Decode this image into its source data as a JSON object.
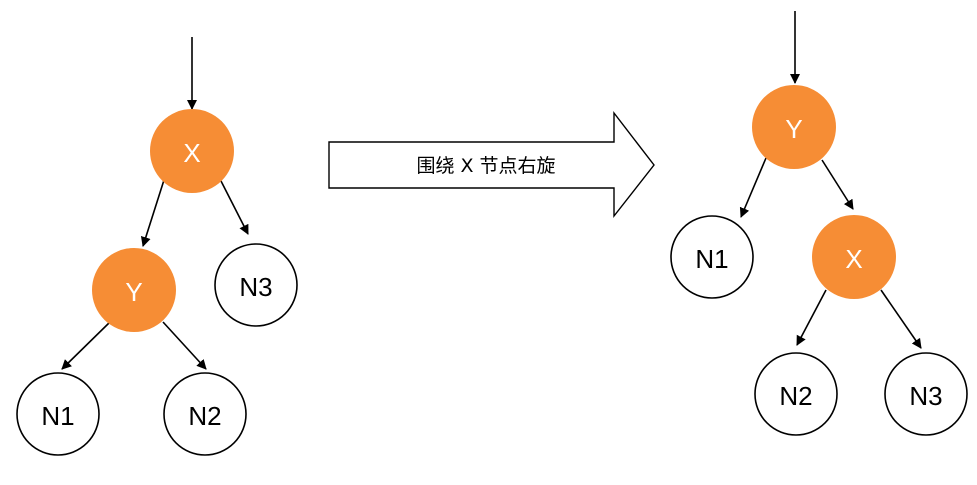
{
  "colors": {
    "highlight_fill": "#f68d35",
    "plain_fill": "#ffffff",
    "stroke": "#000000",
    "highlight_text": "#ffffff",
    "plain_text": "#000000"
  },
  "before_tree": {
    "nodes": {
      "x": "X",
      "y": "Y",
      "n1": "N1",
      "n2": "N2",
      "n3": "N3"
    }
  },
  "rotation_arrow": {
    "caption": "围绕 X 节点右旋"
  },
  "after_tree": {
    "nodes": {
      "y": "Y",
      "x": "X",
      "n1": "N1",
      "n2": "N2",
      "n3": "N3"
    }
  }
}
